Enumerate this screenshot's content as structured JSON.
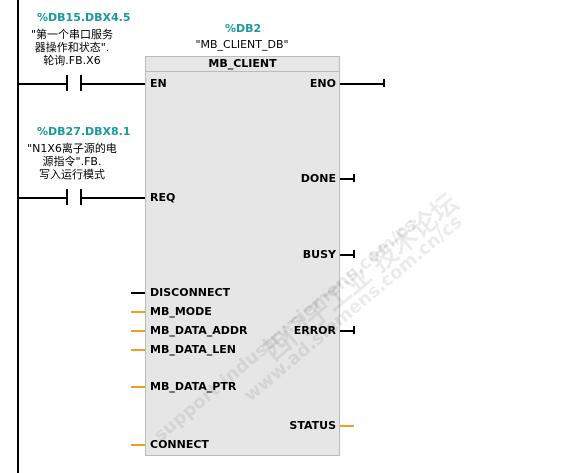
{
  "block": {
    "instance_addr": "%DB2",
    "instance_name": "\"MB_CLIENT_DB\"",
    "type_name": "MB_CLIENT"
  },
  "contacts": [
    {
      "addr": "%DB15.DBX4.5",
      "comment_lines": [
        "\"第一个串口服务",
        "器操作和状态\".",
        "轮询.FB.X6"
      ]
    },
    {
      "addr": "%DB27.DBX8.1",
      "comment_lines": [
        "\"N1X6离子源的电",
        "源指令\".FB.",
        "写入运行模式"
      ]
    }
  ],
  "inputs": {
    "en": "EN",
    "req": "REQ",
    "disconnect": "DISCONNECT",
    "mb_mode": "MB_MODE",
    "mb_data_addr": "MB_DATA_ADDR",
    "mb_data_len": "MB_DATA_LEN",
    "mb_data_ptr": "MB_DATA_PTR",
    "connect": "CONNECT"
  },
  "outputs": {
    "eno": "ENO",
    "done": "DONE",
    "busy": "BUSY",
    "error": "ERROR",
    "status": "STATUS"
  },
  "colors": {
    "addr": "#1a9a9a",
    "block_bg": "#e6e6e6",
    "param_orange": "#f0a020"
  },
  "watermark": [
    "西门子工业 技术论坛",
    "www.ad.siemens.com.cn/cs",
    "support.industry.siemens.com/cs"
  ]
}
